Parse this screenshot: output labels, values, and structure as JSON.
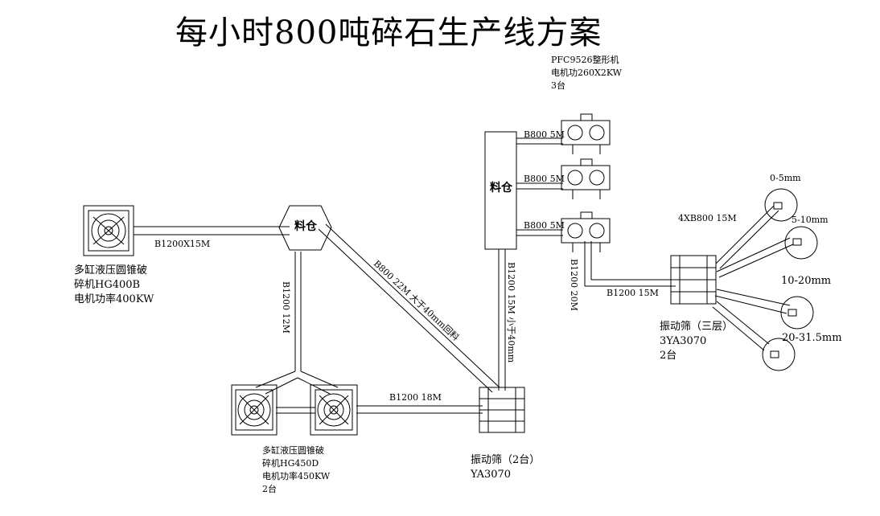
{
  "title": "每小时800吨碎石生产线方案",
  "nodes": {
    "bin_hex": "料仓",
    "bin_tall": "料仓",
    "crusher_hg400b_lines": [
      "多缸液压圆锥破",
      "碎机HG400B",
      "电机功率400KW"
    ],
    "crusher_hg450d_lines": [
      "多缸液压圆锥破",
      "碎机HG450D",
      "电机功率450KW",
      "2台"
    ],
    "shaper_lines": [
      "PFC9526整形机",
      "电机功260X2KW",
      "3台"
    ],
    "screen_2_lines": [
      "振动筛（2台）",
      "YA3070"
    ],
    "screen_3_lines": [
      "振动筛（三层）",
      "3YA3070",
      "2台"
    ]
  },
  "conveyors": {
    "b1200x15": "B1200X15M",
    "b1200_12": "B1200  12M",
    "b800_22": "B800  22M  大于40mm回料",
    "b1200_18": "B1200  18M",
    "b1200_15_small": "B1200  15M  小于40mm",
    "b800_5_a": "B800  5M",
    "b800_5_b": "B800  5M",
    "b800_5_c": "B800  5M",
    "b1200_20": "B1200  20M",
    "b1200_15": "B1200  15M",
    "xb800": "4XB800  15M"
  },
  "products": {
    "p1": "0-5mm",
    "p2": "5-10mm",
    "p3": "10-20mm",
    "p4": "20-31.5mm"
  }
}
